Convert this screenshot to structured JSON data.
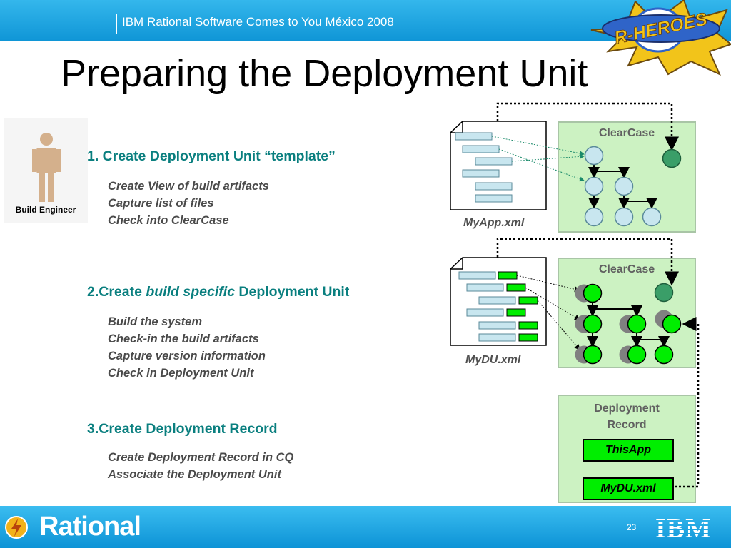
{
  "header": {
    "title": "IBM Rational Software Comes to You México 2008"
  },
  "badge": {
    "text": "R-HEROES",
    "colors": {
      "star": "#f2c41a",
      "disc": "#2f64c8"
    }
  },
  "page": {
    "title": "Preparing the Deployment Unit"
  },
  "role": {
    "label": "Build Engineer",
    "icon": "person-icon"
  },
  "steps": [
    {
      "heading_parts": [
        "1. Create Deployment Unit “template”"
      ],
      "items": [
        "Create View of build artifacts",
        "Capture list of files",
        "Check into ClearCase"
      ]
    },
    {
      "heading_parts": [
        "2.Create ",
        "build specific",
        " Deployment Unit"
      ],
      "items": [
        "Build the system",
        "Check-in the build artifacts",
        "Capture version information",
        "Check in Deployment Unit"
      ]
    },
    {
      "heading_parts": [
        "3.Create Deployment Record"
      ],
      "items": [
        "Create Deployment Record in CQ",
        "Associate the Deployment Unit"
      ]
    }
  ],
  "diagram": {
    "clearcase_label": "ClearCase",
    "file1": "MyApp.xml",
    "file2": "MyDU.xml",
    "record": {
      "label_line1": "Deployment",
      "label_line2": "Record",
      "button1": "ThisApp",
      "button2": "MyDU.xml"
    },
    "colors": {
      "node_blue": "#c8e6ef",
      "node_green": "#00ee00",
      "node_dark_green": "#3a9e68",
      "node_gray": "#808080",
      "box": "#ccf2c2"
    }
  },
  "footer": {
    "brand": "Rational",
    "page_number": "23",
    "company": "IBM"
  }
}
